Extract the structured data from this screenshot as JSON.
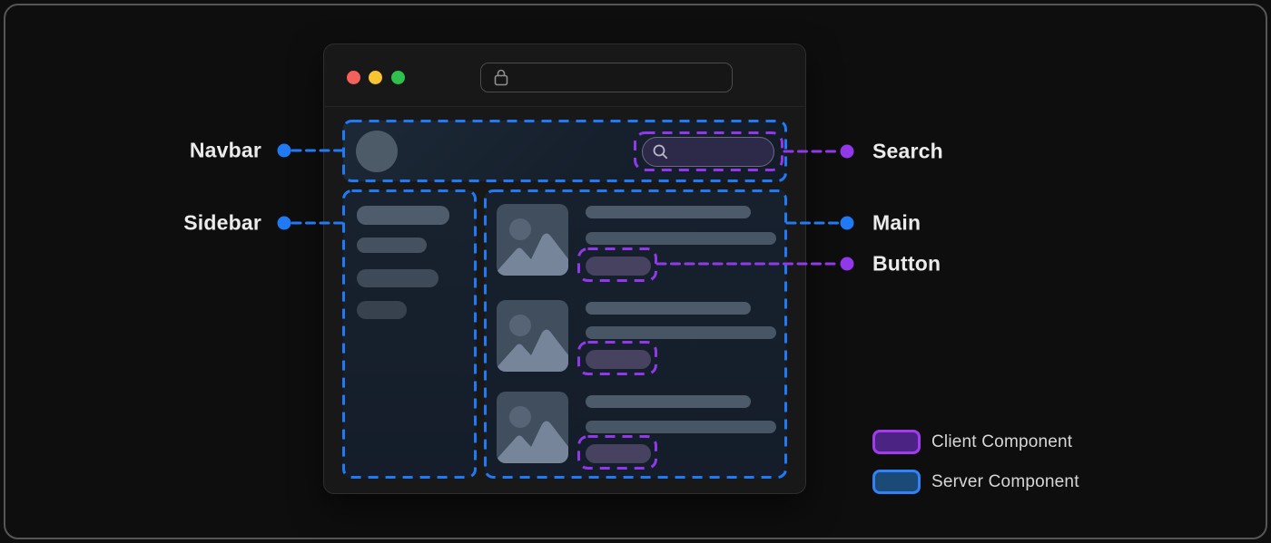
{
  "annotations": {
    "navbar": {
      "label": "Navbar",
      "accent": "server",
      "side": "left"
    },
    "sidebar": {
      "label": "Sidebar",
      "accent": "server",
      "side": "left"
    },
    "search": {
      "label": "Search",
      "accent": "client",
      "side": "right"
    },
    "main": {
      "label": "Main",
      "accent": "server",
      "side": "right"
    },
    "button": {
      "label": "Button",
      "accent": "client",
      "side": "right"
    }
  },
  "legend": {
    "client": {
      "label": "Client Component"
    },
    "server": {
      "label": "Server Component"
    }
  },
  "browser": {
    "url_value": "",
    "search_value": ""
  },
  "colors": {
    "server_component_accent": "#2079f5",
    "client_component_accent": "#9138ea",
    "legend_client_fill": "#4a2383",
    "legend_client_border": "#a43af0",
    "legend_server_fill": "#1c4a77",
    "legend_server_border": "#2f82f8",
    "traffic_red": "#f4615a",
    "traffic_yellow": "#f8c432",
    "traffic_green": "#2fc14e"
  }
}
